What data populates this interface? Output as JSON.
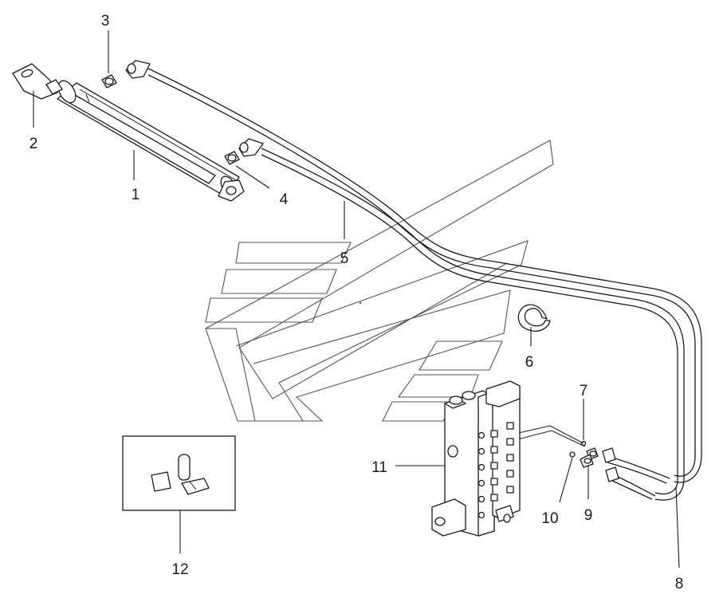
{
  "callouts": {
    "c1": "1",
    "c2": "2",
    "c3": "3",
    "c4": "4",
    "c5": "5",
    "c6": "6",
    "c7": "7",
    "c8": "8",
    "c9": "9",
    "c10": "10",
    "c11": "11",
    "c12": "12"
  },
  "colors": {
    "line": "#1a1a1a",
    "watermark": "#555555",
    "background": "#ffffff"
  }
}
